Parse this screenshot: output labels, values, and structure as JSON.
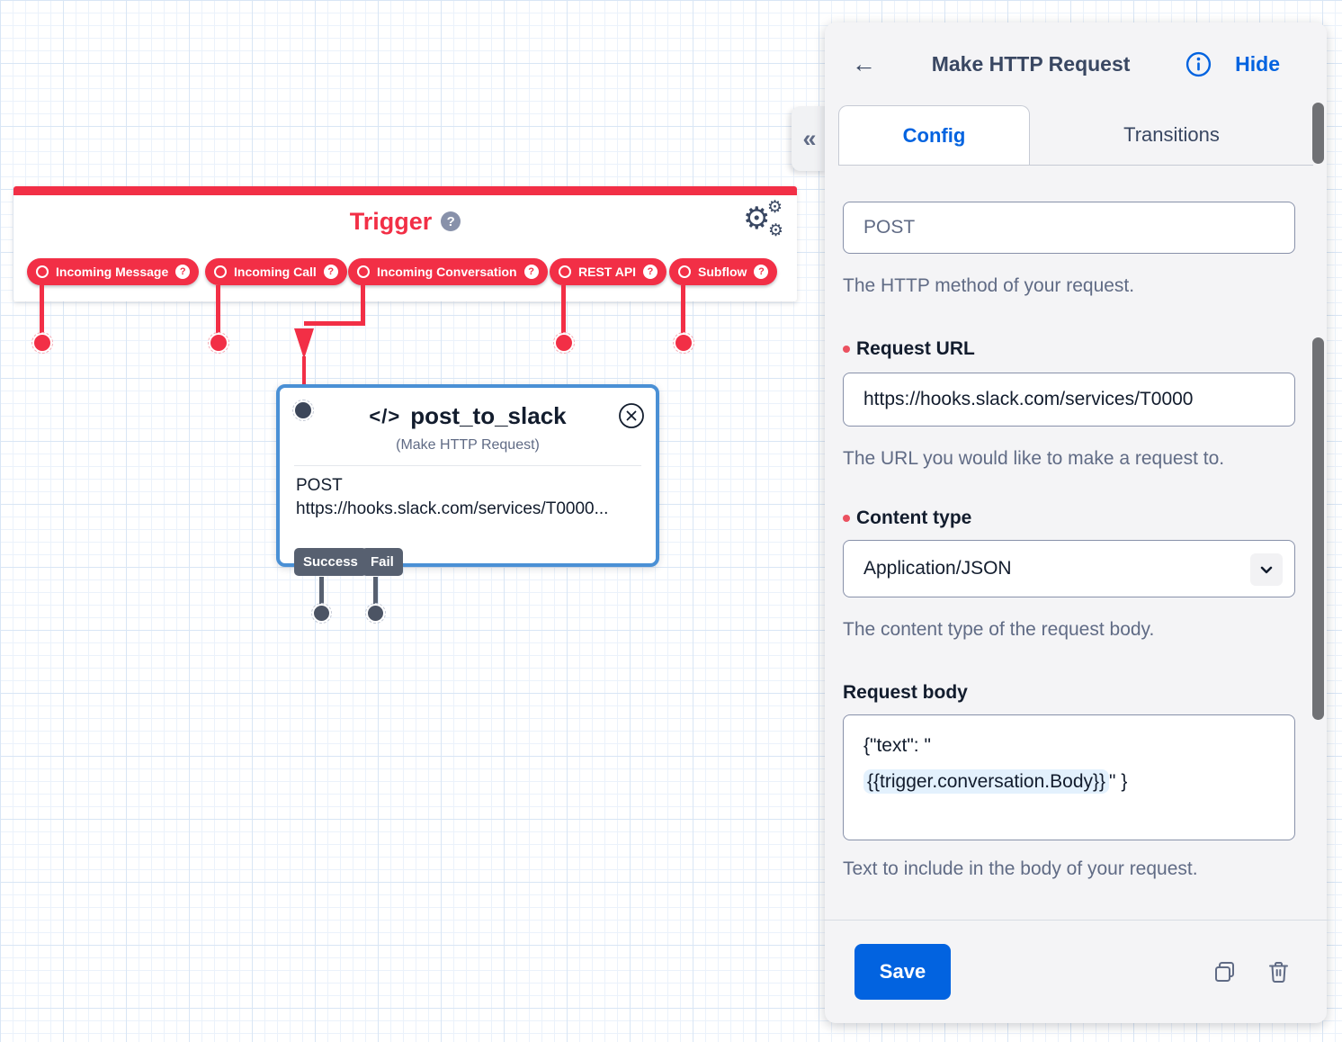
{
  "canvas": {
    "trigger": {
      "title": "Trigger",
      "help_icon": "?",
      "pills": [
        {
          "label": "Incoming Message",
          "help_icon": "?"
        },
        {
          "label": "Incoming Call",
          "help_icon": "?"
        },
        {
          "label": "Incoming Conversation",
          "help_icon": "?"
        },
        {
          "label": "REST API",
          "help_icon": "?"
        },
        {
          "label": "Subflow",
          "help_icon": "?"
        }
      ]
    },
    "widget": {
      "code_icon": "</>",
      "name": "post_to_slack",
      "type_label": "(Make HTTP Request)",
      "method": "POST",
      "url": "https://hooks.slack.com/services/T0000...",
      "transitions": [
        {
          "label": "Success"
        },
        {
          "label": "Fail"
        }
      ]
    }
  },
  "panel": {
    "back_icon": "←",
    "title": "Make HTTP Request",
    "hide_label": "Hide",
    "collapse_icon": "«",
    "tabs": [
      {
        "label": "Config"
      },
      {
        "label": "Transitions"
      }
    ],
    "config": {
      "method": {
        "value": "POST",
        "help": "The HTTP method of your request."
      },
      "request_url": {
        "label": "Request URL",
        "value": "https://hooks.slack.com/services/T0000",
        "help": "The URL you would like to make a request to."
      },
      "content_type": {
        "label": "Content type",
        "value": "Application/JSON",
        "help": "The content type of the request body."
      },
      "request_body": {
        "label": "Request body",
        "line1": "{\"text\": \"",
        "highlight": "{{trigger.conversation.Body}}",
        "line2_suffix": "\" }",
        "help": "Text to include in the body of your request."
      }
    },
    "footer": {
      "save_label": "Save"
    }
  },
  "colors": {
    "accent_red": "#f22f46",
    "accent_blue": "#0263e0",
    "widget_selected_border": "#4a90d5",
    "panel_background": "#f4f4f6",
    "text_dark": "#121c2d",
    "text_slate": "#606b85",
    "transition_tag": "#576070",
    "variable_highlight": "#e3f1fd"
  }
}
